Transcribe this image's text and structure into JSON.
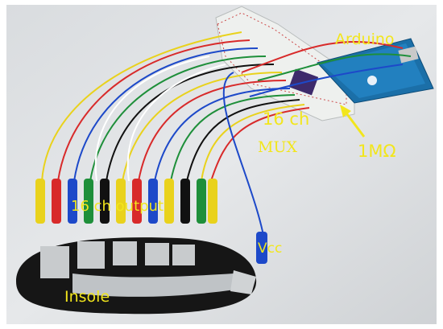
{
  "labels": {
    "arduino": "Arduino",
    "mux_line1": "16 ch",
    "mux_line2": "MUX",
    "resistor": "1MΩ",
    "output": "16 ch  output",
    "vcc": "Vcc",
    "insole": "Insole"
  },
  "colors": {
    "label_text": "#f2e61c",
    "annotation_arrow": "#f2e61c"
  }
}
